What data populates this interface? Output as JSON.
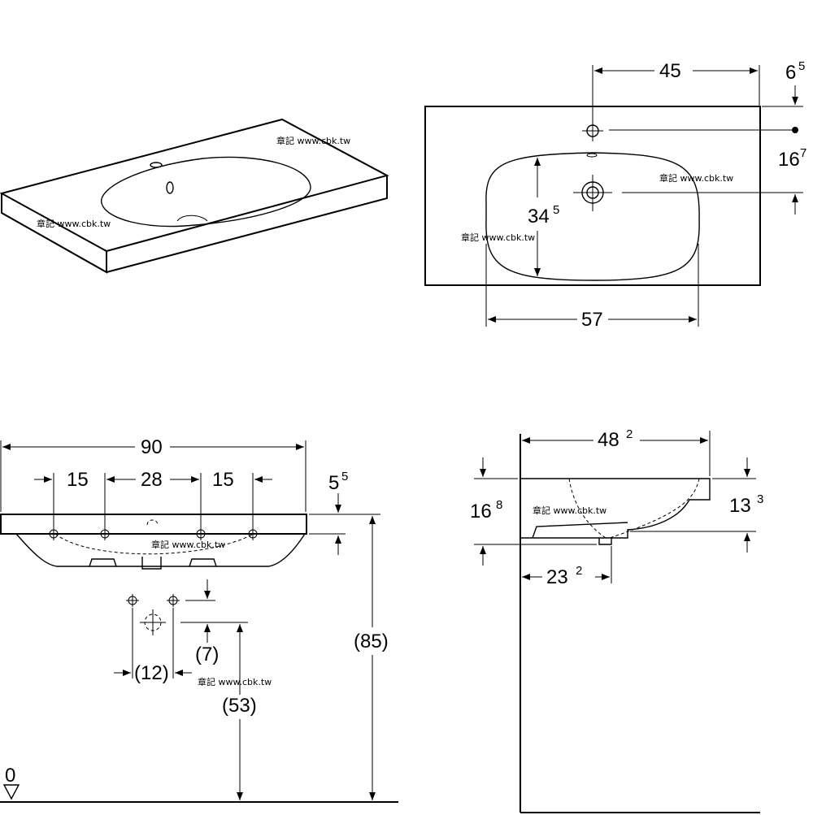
{
  "watermark": "章記 www.cbk.tw",
  "top_view": {
    "dim_tap_from_right": "45",
    "dim_tap_from_top_main": "6",
    "dim_tap_from_top_sup": "5",
    "dim_drain_offset_main": "16",
    "dim_drain_offset_sup": "7",
    "dim_bowl_depth_main": "34",
    "dim_bowl_depth_sup": "5",
    "dim_bowl_width": "57"
  },
  "front_view": {
    "dim_total_width": "90",
    "dim_left_hole": "15",
    "dim_middle_holes": "28",
    "dim_right_hole": "15",
    "dim_rim_thickness_main": "5",
    "dim_rim_thickness_sup": "5",
    "dim_total_height": "(85)",
    "dim_outlet_gap": "(7)",
    "dim_outlet_spacing": "(12)",
    "dim_outlet_height": "(53)",
    "floor_label": "0"
  },
  "side_view": {
    "dim_depth_main": "48",
    "dim_depth_sup": "2",
    "dim_left_height_main": "16",
    "dim_left_height_sup": "8",
    "dim_right_height_main": "13",
    "dim_right_height_sup": "3",
    "dim_drain_from_wall_main": "23",
    "dim_drain_from_wall_sup": "2"
  }
}
